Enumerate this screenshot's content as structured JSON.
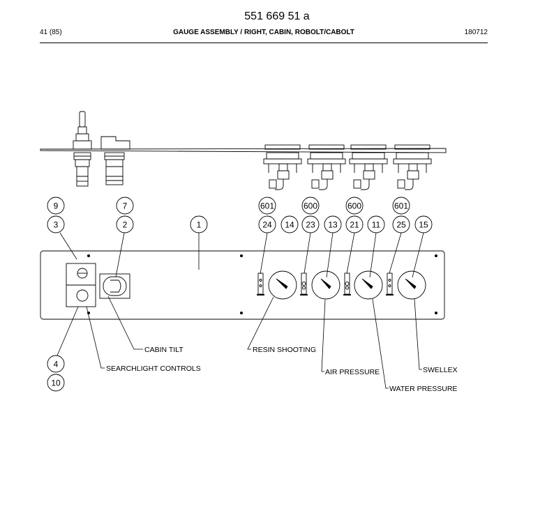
{
  "header": {
    "doc_number": "551 669 51 a",
    "page_ref": "41 (85)",
    "title": "GAUGE ASSEMBLY / RIGHT, CABIN, ROBOLT/CABOLT",
    "date": "180712"
  },
  "callouts": {
    "c9": "9",
    "c3": "3",
    "c7": "7",
    "c2": "2",
    "c1": "1",
    "c601a": "601",
    "c24": "24",
    "c14": "14",
    "c600a": "600",
    "c23": "23",
    "c13": "13",
    "c600b": "600",
    "c21": "21",
    "c11": "11",
    "c601b": "601",
    "c25": "25",
    "c15": "15",
    "c4": "4",
    "c10": "10"
  },
  "labels": {
    "cabin_tilt": "CABIN TILT",
    "searchlight_controls": "SEARCHLIGHT CONTROLS",
    "resin_shooting": "RESIN SHOOTING",
    "air_pressure": "AIR PRESSURE",
    "swellex": "SWELLEX",
    "water_pressure": "WATER PRESSURE"
  }
}
